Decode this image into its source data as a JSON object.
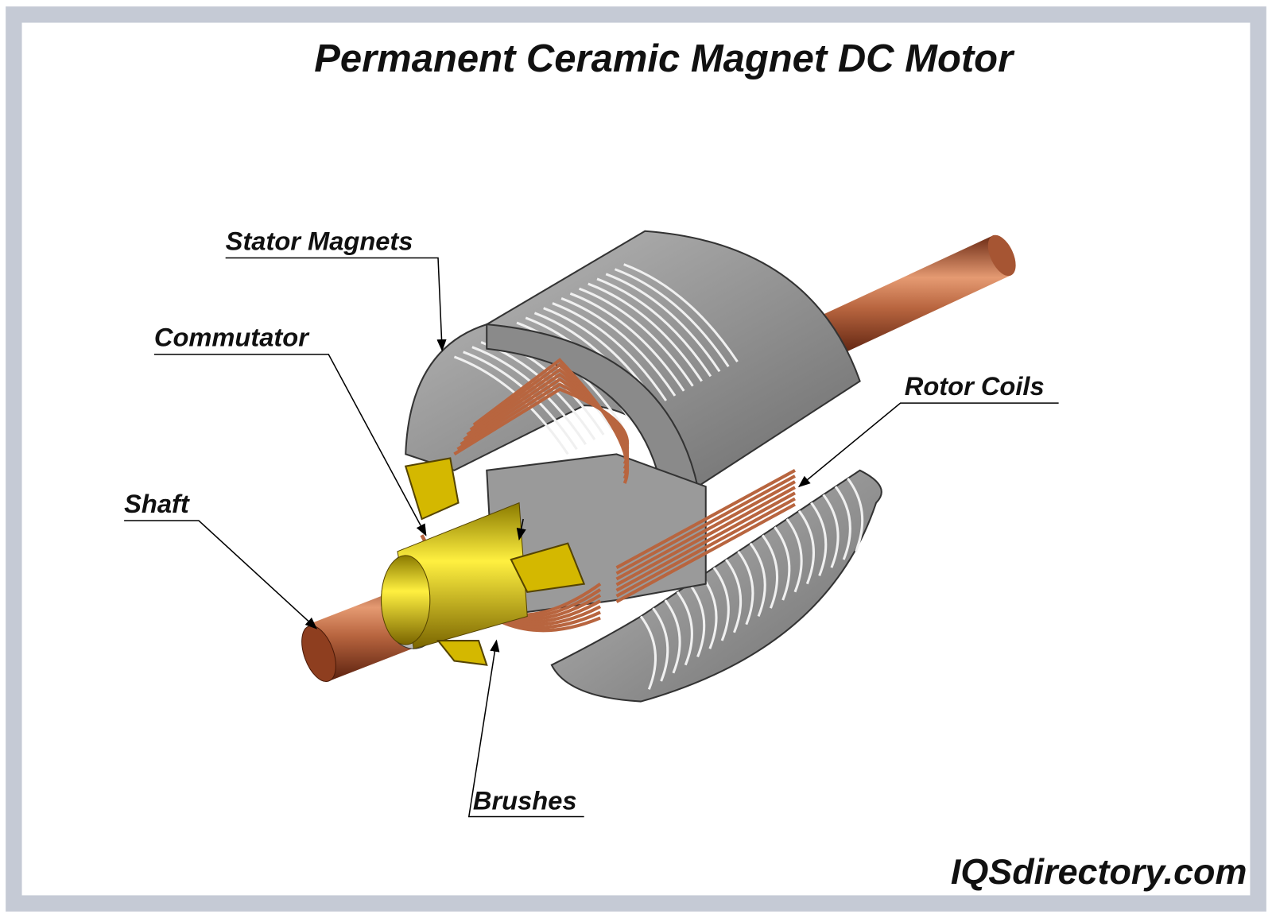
{
  "title": "Permanent Ceramic Magnet DC Motor",
  "labels": {
    "stator_magnets": "Stator Magnets",
    "commutator": "Commutator",
    "shaft": "Shaft",
    "rotor_coils": "Rotor Coils",
    "brushes": "Brushes"
  },
  "watermark": "IQSdirectory.com",
  "colors": {
    "frame": "#c5cad5",
    "copper": "#b8653f",
    "magnet": "#8a8a8a",
    "brass": "#d8c000"
  }
}
